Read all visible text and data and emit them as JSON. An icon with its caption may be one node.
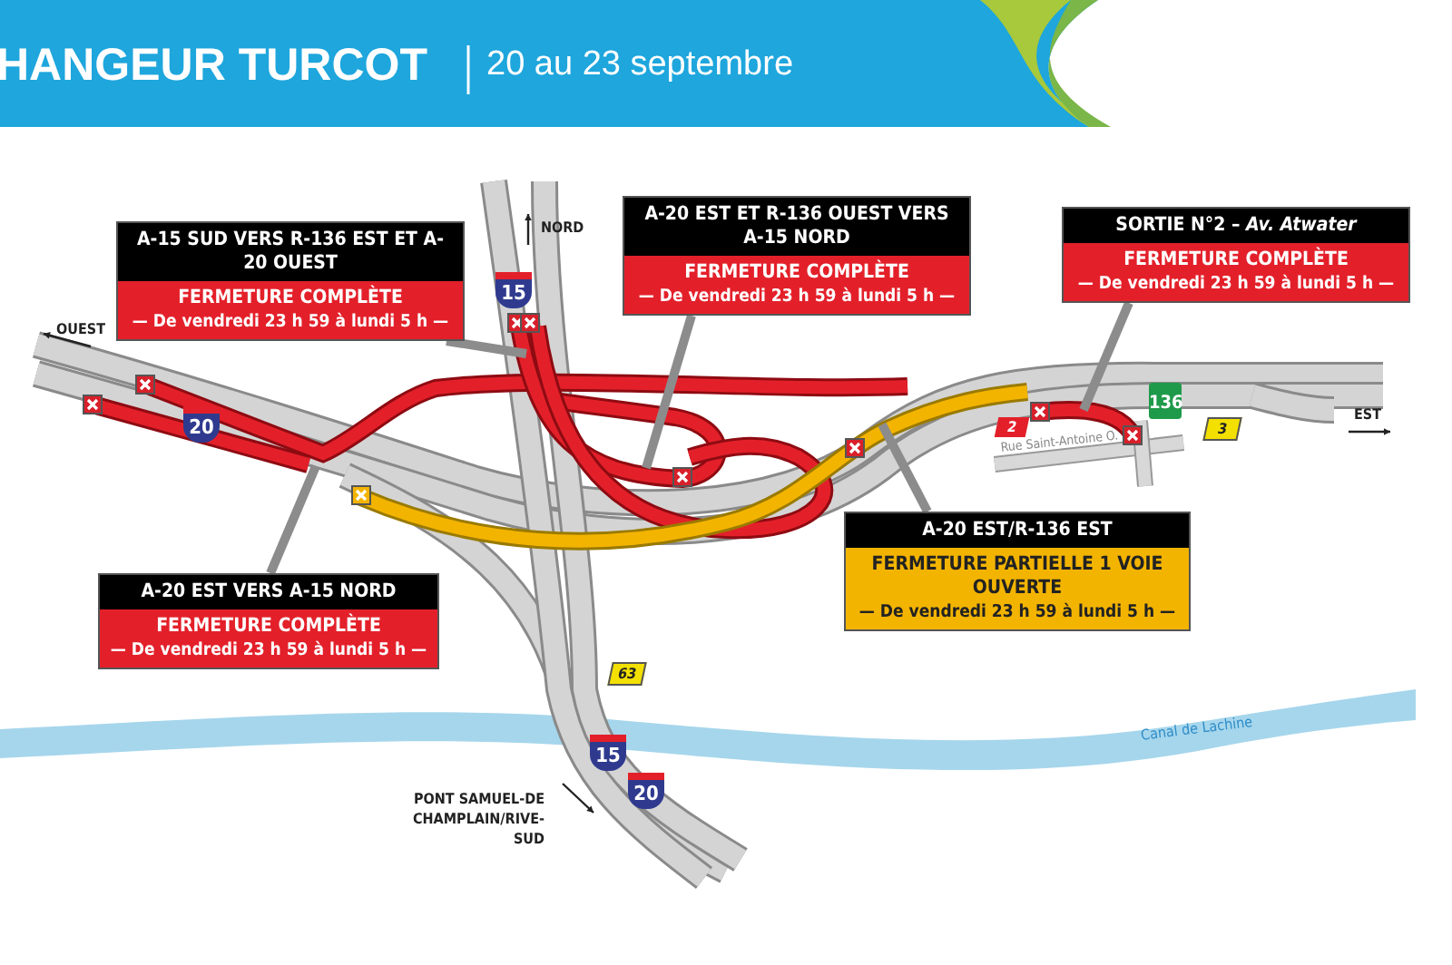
{
  "diagram": {
    "title": "HANGEUR TURCOT",
    "nodes": [
      {
        "text": [
          "A-15 SUD VERS R-136 EST ET A-20 OUEST",
          "FERMETURE COMPLÈTE",
          "— De vendredi 23 h 59 à lundi 5 h —"
        ]
      },
      {
        "text": [
          "A-20 EST ET R-136 OUEST VERS A-15 NORD",
          "FERMETURE COMPLÈTE",
          "— De vendredi 23 h 59 à lundi 5 h —"
        ]
      },
      {
        "text": [
          "SORTIE N°2 – *Av. Atwater*",
          "FERMETURE COMPLÈTE",
          "— De vendredi 23 h 59 à lundi 5 h —"
        ]
      },
      {
        "text": [
          "A-20 EST VERS A-15 NORD",
          "FERMETURE COMPLÈTE",
          "— De vendredi 23 h 59 à lundi 5 h —"
        ]
      },
      {
        "text": [
          "A-20 EST/R-136 EST",
          "FERMETURE PARTIELLE 1 VOIE OUVERTE",
          "— De vendredi 23 h 59 à lundi 5 h —"
        ]
      }
    ],
    "edges": [
      {
        "from": 0,
        "to": null,
        "arrow": "none"
      },
      {
        "from": 1,
        "to": null,
        "arrow": "none"
      },
      {
        "from": 2,
        "to": null,
        "arrow": "none"
      },
      {
        "from": 3,
        "to": null,
        "arrow": "none"
      },
      {
        "from": 4,
        "to": null,
        "arrow": "none"
      }
    ],
    "labels": [
      "20 au 23 septembre",
      "NORD",
      "15",
      "OUEST",
      "20",
      "136",
      "2",
      "Rue Saint-Antoine O.",
      "3",
      "EST",
      "63",
      "Canal de Lachine",
      "15",
      "PONT SAMUEL-DE CHAMPLAIN/RIVE-SUD",
      "20"
    ]
  }
}
